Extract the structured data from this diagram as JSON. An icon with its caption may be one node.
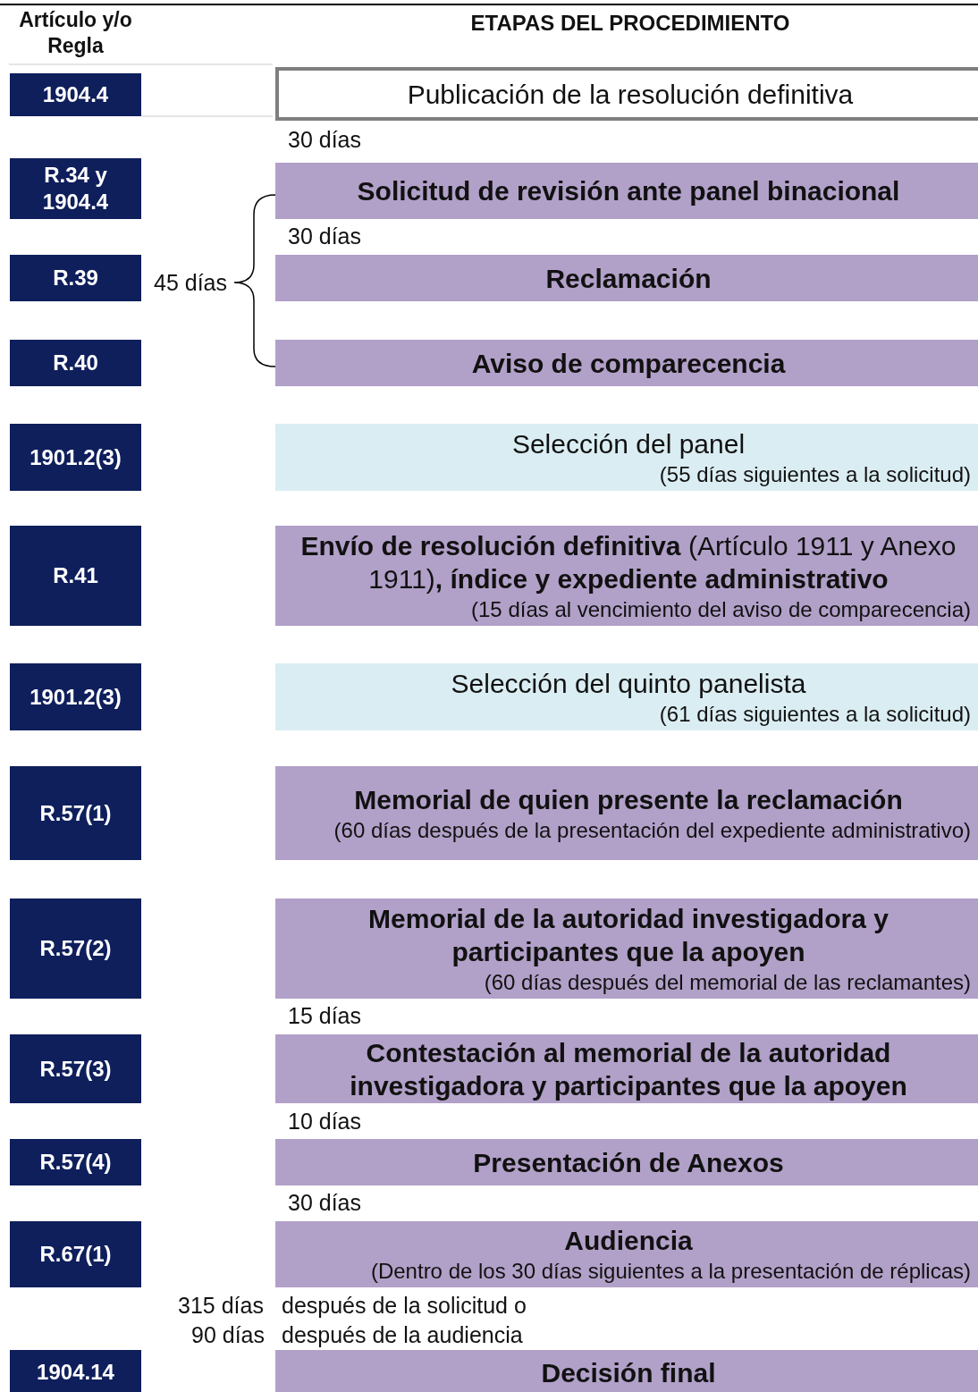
{
  "diagram": {
    "nodes": [
      {
        "text": [
          "1904.4"
        ]
      },
      {
        "text": [
          "Publicación de la resolución definitiva"
        ]
      },
      {
        "text": [
          "R.34 y 1904.4"
        ]
      },
      {
        "text": [
          "Solicitud de revisión ante panel binacional"
        ]
      },
      {
        "text": [
          "R.39"
        ]
      },
      {
        "text": [
          "Reclamación"
        ]
      },
      {
        "text": [
          "R.40"
        ]
      },
      {
        "text": [
          "Aviso de comparecencia"
        ]
      },
      {
        "text": [
          "1901.2(3)"
        ]
      },
      {
        "text": [
          "Selección del panel",
          "(55 días siguientes a la solicitud)"
        ]
      },
      {
        "text": [
          "R.41"
        ]
      },
      {
        "text": [
          "**Envío de resolución definitiva** (Artículo 1911 y Anexo 1911)**, índice y expediente administrativo**",
          "(15 días al vencimiento del aviso de comparecencia)"
        ]
      },
      {
        "text": [
          "1901.2(3)"
        ]
      },
      {
        "text": [
          "Selección del quinto panelista",
          "(61 días siguientes a la solicitud)"
        ]
      },
      {
        "text": [
          "R.57(1)"
        ]
      },
      {
        "text": [
          "Memorial de quien presente la reclamación",
          "(60 días después de la presentación del expediente administrativo)"
        ]
      },
      {
        "text": [
          "R.57(2)"
        ]
      },
      {
        "text": [
          "Memorial de la autoridad investigadora y participantes que la apoyen",
          "(60 días después del memorial de las reclamantes)"
        ]
      },
      {
        "text": [
          "R.57(3)"
        ]
      },
      {
        "text": [
          "Contestación al memorial de la autoridad investigadora y participantes que la apoyen"
        ]
      },
      {
        "text": [
          "R.57(4)"
        ]
      },
      {
        "text": [
          "Presentación de Anexos"
        ]
      },
      {
        "text": [
          "R.67(1)"
        ]
      },
      {
        "text": [
          "Audiencia",
          "(Dentro de los 30 días siguientes a la presentación de réplicas)"
        ]
      },
      {
        "text": [
          "1904.14"
        ]
      },
      {
        "text": [
          "Decisión final"
        ]
      }
    ],
    "labels": [
      "Artículo y/o Regla",
      "ETAPAS DEL PROCEDIMIENTO",
      "30 días",
      "30 días",
      "45 días",
      "15 días",
      "10 días",
      "30 días",
      "315 días",
      "después de la solicitud o",
      "90 días",
      "después de la audiencia"
    ]
  }
}
